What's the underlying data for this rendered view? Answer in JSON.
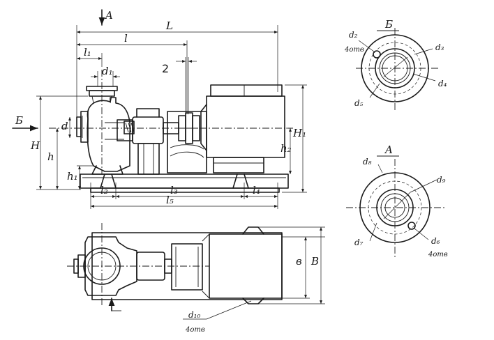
{
  "labels": {
    "L": "L",
    "l": "l",
    "l1": "l₁",
    "l2": "l₂",
    "l3": "l₃",
    "l4": "l₄",
    "l5": "l₅",
    "two": "2",
    "A_top": "A",
    "B_side": "Б",
    "H": "H",
    "h": "h",
    "h1": "h₁",
    "h2": "h₂",
    "H1": "H₁",
    "d_small": "d",
    "d1": "d₁",
    "b_small": "в",
    "B_big": "В",
    "d10": "d₁₀",
    "d10_holes": "4отв"
  },
  "view_B": {
    "title": "Б",
    "d2": "d₂",
    "d2_holes": "4отв",
    "d3": "d₃",
    "d4": "d₄",
    "d5": "d₅"
  },
  "view_A": {
    "title": "A",
    "d8": "d₈",
    "d9": "d₉",
    "d6": "d₆",
    "d6_holes": "4отв",
    "d7": "d₇"
  }
}
